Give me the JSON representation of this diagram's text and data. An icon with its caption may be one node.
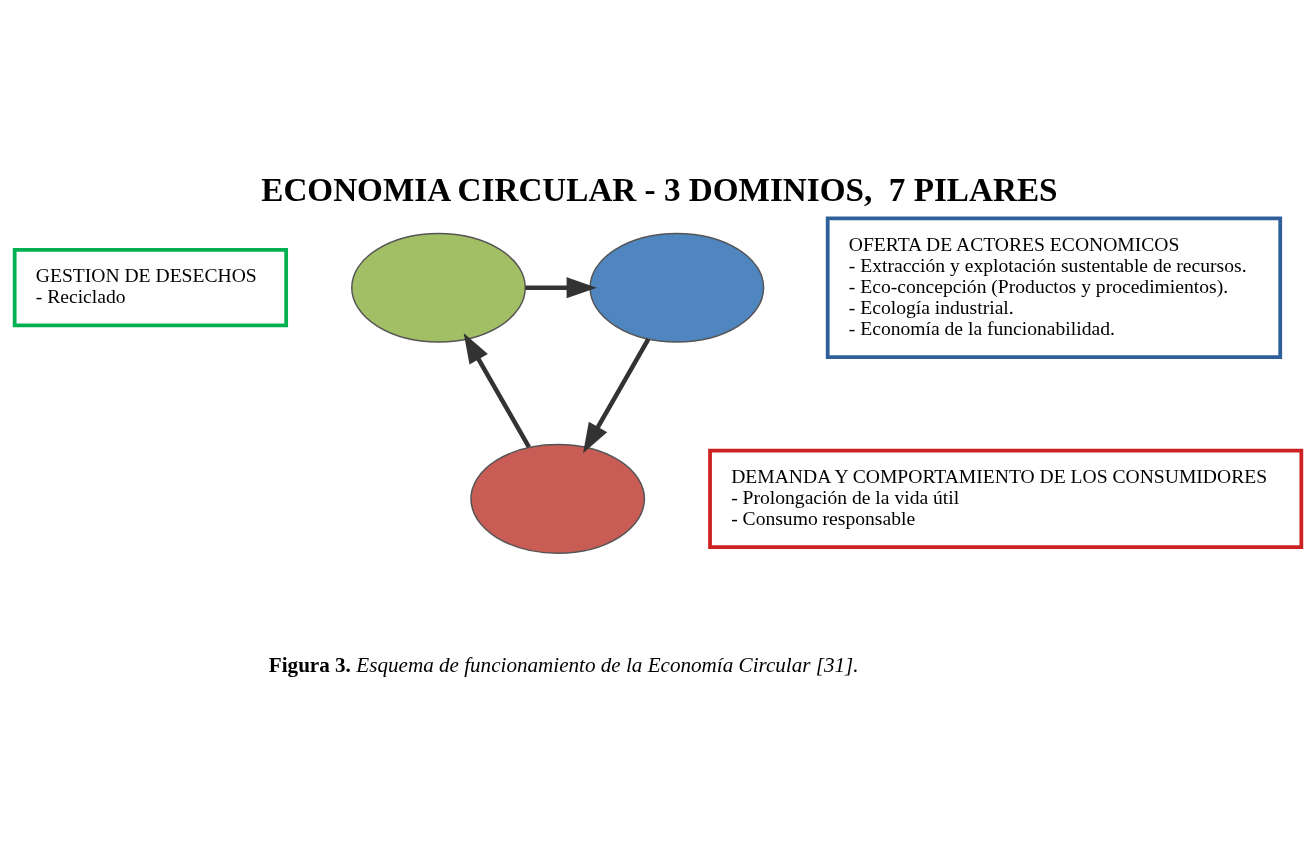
{
  "diagram": {
    "title": "ECONOMIA CIRCULAR - 3 DOMINIOS,  7 PILARES",
    "caption": "**Figura 3.** *Esquema de funcionamiento de la Economía Circular [31].*",
    "nodes": [
      {
        "text": [
          "GESTION DE DESECHOS",
          "- Reciclado"
        ]
      },
      {
        "text": [],
        "shape": "wedge"
      },
      {
        "text": [],
        "shape": "wedge"
      },
      {
        "text": [
          "OFERTA DE ACTORES ECONOMICOS",
          "- Extracción y explotación sustentable de recursos.",
          "- Eco-concepción (Productos y procedimientos).",
          "- Ecología industrial.",
          "- Economía de la funcionabilidad."
        ]
      },
      {
        "text": [],
        "shape": "wedge"
      },
      {
        "text": [
          "DEMANDA Y COMPORTAMIENTO DE LOS CONSUMIDORES",
          "- Prolongación de la vida útil",
          "- Consumo responsable"
        ]
      }
    ],
    "edges": [
      {
        "from": 1,
        "to": 2,
        "arrow": "to"
      },
      {
        "from": 2,
        "to": 4,
        "arrow": "to"
      },
      {
        "from": 4,
        "to": 1,
        "arrow": "to"
      }
    ]
  }
}
